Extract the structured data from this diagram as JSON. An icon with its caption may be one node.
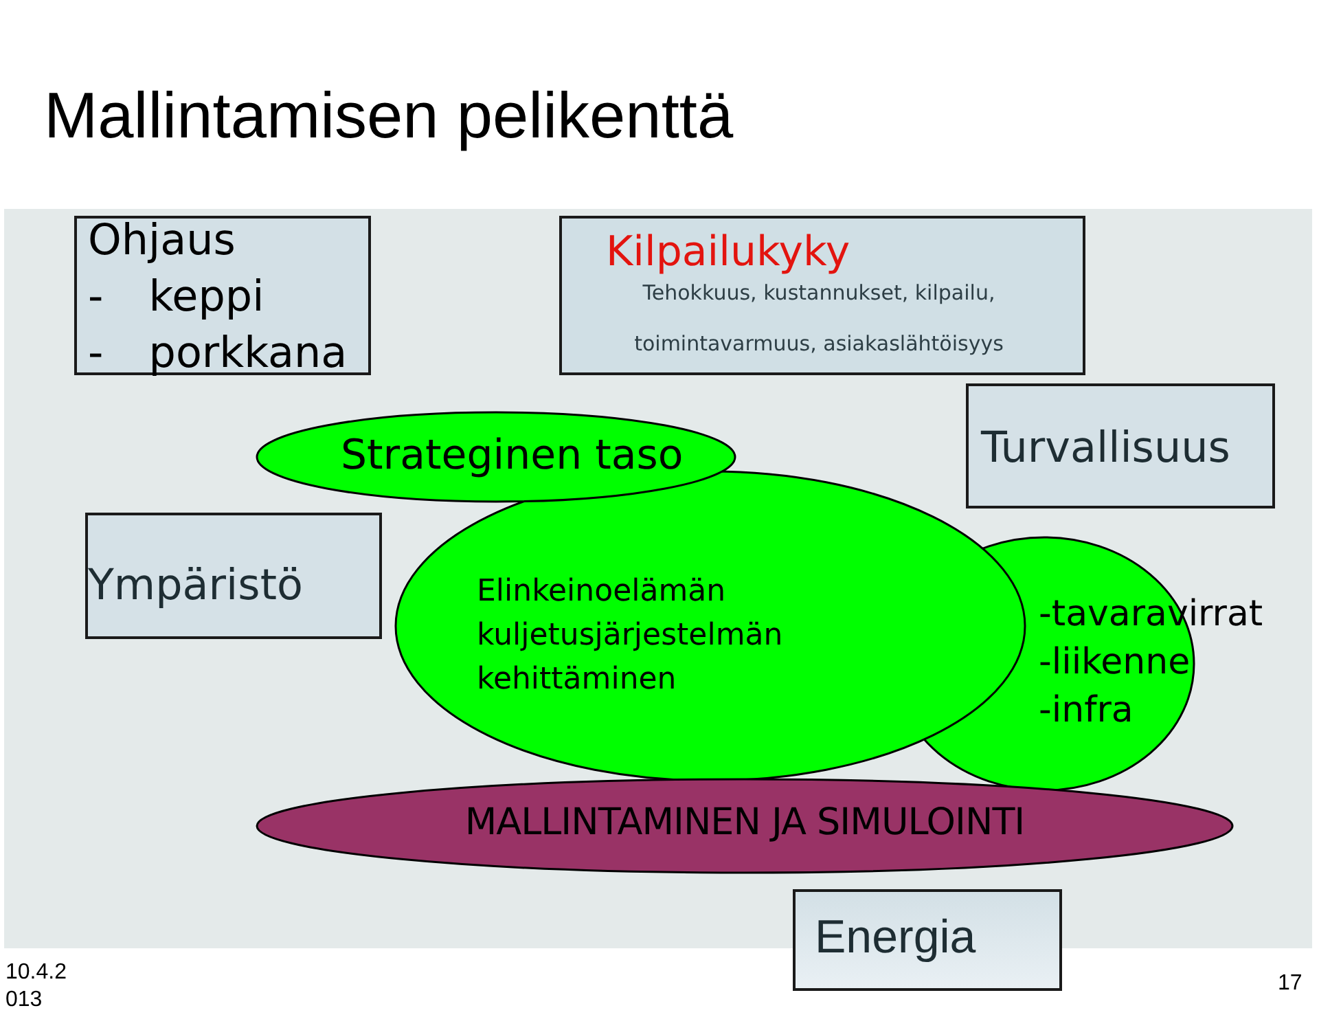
{
  "diagram": {
    "title": "Mallintamisen pelikenttä",
    "nodes": [
      {
        "text": [
          "Ohjaus",
          "- keppi",
          "- porkkana"
        ]
      },
      {
        "text": [
          "Kilpailukyky",
          "Tehokkuus, kustannukset, kilpailu, toimintavarmuus, asiakaslähtöisyys"
        ]
      },
      {
        "text": [
          "Strateginen taso"
        ]
      },
      {
        "text": [
          "Turvallisuus"
        ]
      },
      {
        "text": [
          "Ympäristö"
        ]
      },
      {
        "text": [
          "Elinkeinoelämän kuljetusjärjestelmän kehittäminen"
        ]
      },
      {
        "text": [
          "-tavaravirrat",
          "-liikenne",
          "-infra"
        ]
      },
      {
        "text": [
          "MALLINTAMINEN JA SIMULOINTI"
        ]
      },
      {
        "text": [
          "Energia"
        ]
      }
    ],
    "labels": [
      "10.4.2013",
      "17"
    ]
  }
}
